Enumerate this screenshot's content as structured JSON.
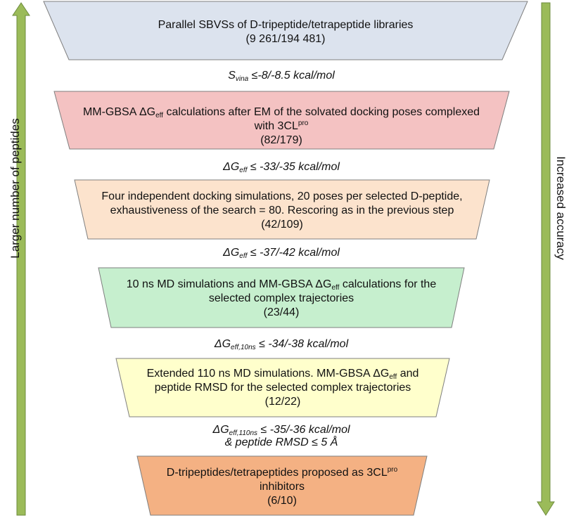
{
  "left_label": "Larger number of peptides",
  "right_label": "Increased accuracy",
  "colors": {
    "arrow_fill": "#9bbb59",
    "arrow_stroke": "#6e8b3d",
    "stage_stroke": "#7f7f7f",
    "stage1": "#dce3ee",
    "stage2": "#f4c2c2",
    "stage3": "#fce3cd",
    "stage4": "#c6efce",
    "stage5": "#ffffcc",
    "stage6": "#f4b183"
  },
  "stages": [
    {
      "line1": "Parallel SBVSs of D-tripeptide/tetrapeptide libraries",
      "line2": "(9 261/194 481)"
    },
    {
      "line1_pre": "MM-GBSA ΔG",
      "line1_sub": "eff",
      "line1_post": " calculations after EM of the solvated docking poses complexed",
      "line2_pre": "with 3CL",
      "line2_sup": "pro",
      "line3": "(82/179)"
    },
    {
      "line1": "Four independent docking simulations, 20 poses per selected D-peptide,",
      "line2": "exhaustiveness of the search = 80. Rescoring as in the previous step",
      "line3": "(42/109)"
    },
    {
      "line1_pre": "10 ns MD simulations and MM-GBSA ΔG",
      "line1_sub": "eff",
      "line1_post": " calculations for the",
      "line2": "selected complex trajectories",
      "line3": "(23/44)"
    },
    {
      "line1_pre": "Extended 110 ns MD simulations. MM-GBSA ΔG",
      "line1_sub": "eff",
      "line1_post": " and",
      "line2": "peptide RMSD for the selected complex trajectories",
      "line3": "(12/22)"
    },
    {
      "line1_pre": "D-tripeptides/tetrapeptides proposed as 3CL",
      "line1_sup": "pro",
      "line2": "inhibitors",
      "line3": "(6/10)"
    }
  ],
  "criteria": [
    {
      "sym": "S",
      "sub": "vina",
      "rest": " ≤-8/-8.5 kcal/mol"
    },
    {
      "sym": "ΔG",
      "sub": "eff",
      "rest": " ≤ -33/-35 kcal/mol"
    },
    {
      "sym": "ΔG",
      "sub": "eff",
      "rest": " ≤ -37/-42 kcal/mol"
    },
    {
      "sym": "ΔG",
      "sub": "eff,10ns",
      "rest": " ≤ -34/-38 kcal/mol"
    },
    {
      "sym": "ΔG",
      "sub": "eff,110ns",
      "rest": " ≤ -35/-36 kcal/mol",
      "line2": "& peptide RMSD ≤ 5 Å"
    }
  ]
}
